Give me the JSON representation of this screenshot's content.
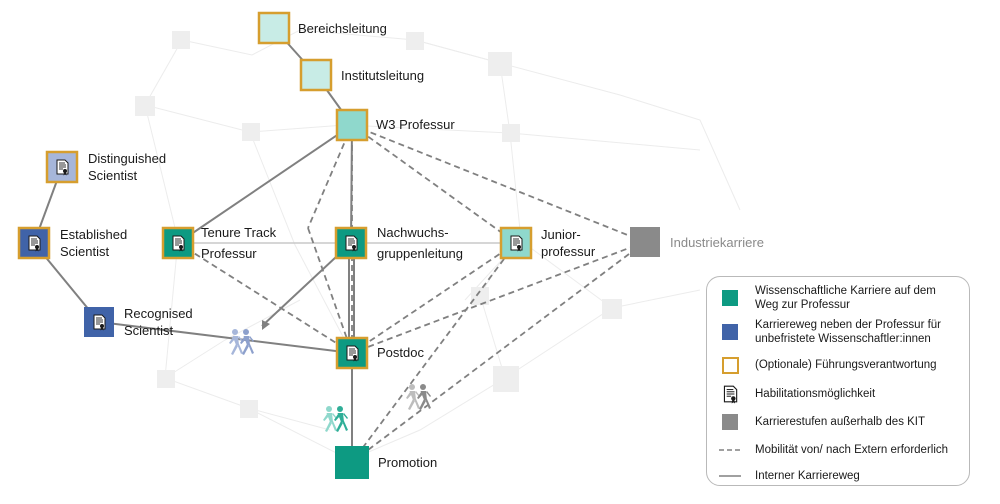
{
  "colors": {
    "teal": "#0d9a82",
    "teal_light": "#c8ece6",
    "teal_mid": "#8fd8cc",
    "blue": "#4063a8",
    "blue_light": "#a6b6da",
    "gold": "#d69e2e",
    "grey": "#8a8a8a",
    "line": "#808080",
    "decor": "#eeeeee"
  },
  "nodes": {
    "bereichsleitung": "Bereichsleitung",
    "institutsleitung": "Institutsleitung",
    "w3": "W3 Professur",
    "distinguished_1": "Distinguished",
    "distinguished_2": "Scientist",
    "established_1": "Established",
    "established_2": "Scientist",
    "recognised_1": "Recognised",
    "recognised_2": "Scientist",
    "tenure_1": "Tenure Track",
    "tenure_2": "Professur",
    "nachwuchs_1": "Nachwuchs-",
    "nachwuchs_2": "gruppenleitung",
    "junior_1": "Junior-",
    "junior_2": "professur",
    "industrie": "Industriekarriere",
    "postdoc": "Postdoc",
    "promotion": "Promotion"
  },
  "legend": {
    "teal_1": "Wissenschaftliche Karriere auf dem",
    "teal_2": "Weg zur Professur",
    "blue_1": "Karriereweg neben der Professur für",
    "blue_2": "unbefristete Wissenschaftler:innen",
    "gold": "(Optionale) Führungsverantwortung",
    "habil": "Habilitationsmöglichkeit",
    "grey": "Karrierestufen außerhalb des KIT",
    "dashed": "Mobilität von/ nach Extern erforderlich",
    "solid": "Interner Karriereweg"
  },
  "icons": {
    "document": "habilitation-document-icon",
    "people": "walking-people-icon"
  }
}
